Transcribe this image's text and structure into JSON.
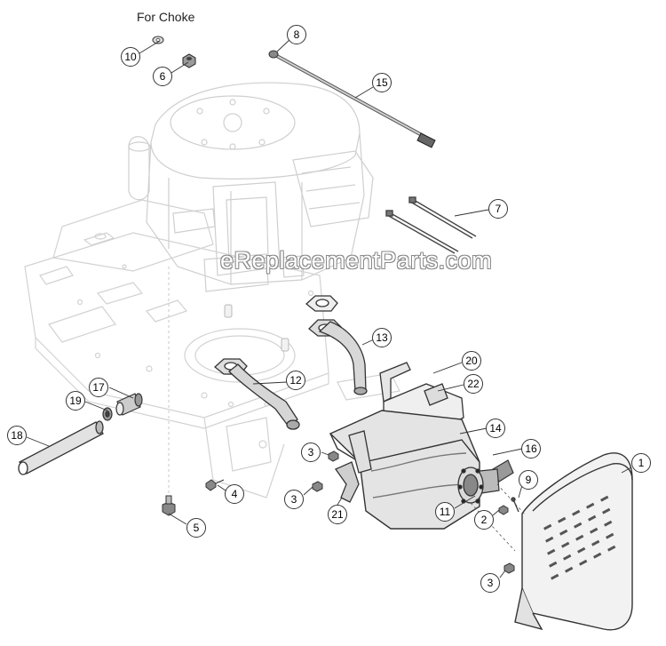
{
  "diagram": {
    "title": "For Choke",
    "watermark": "eReplacementParts.com",
    "callouts": [
      {
        "id": "c1",
        "label": "1"
      },
      {
        "id": "c2",
        "label": "2"
      },
      {
        "id": "c3a",
        "label": "3"
      },
      {
        "id": "c3b",
        "label": "3"
      },
      {
        "id": "c3c",
        "label": "3"
      },
      {
        "id": "c4",
        "label": "4"
      },
      {
        "id": "c5",
        "label": "5"
      },
      {
        "id": "c6",
        "label": "6"
      },
      {
        "id": "c7",
        "label": "7"
      },
      {
        "id": "c8",
        "label": "8"
      },
      {
        "id": "c9",
        "label": "9"
      },
      {
        "id": "c10",
        "label": "10"
      },
      {
        "id": "c11",
        "label": "11"
      },
      {
        "id": "c12",
        "label": "12"
      },
      {
        "id": "c13",
        "label": "13"
      },
      {
        "id": "c14",
        "label": "14"
      },
      {
        "id": "c15",
        "label": "15"
      },
      {
        "id": "c16",
        "label": "16"
      },
      {
        "id": "c17",
        "label": "17"
      },
      {
        "id": "c18",
        "label": "18"
      },
      {
        "id": "c19",
        "label": "19"
      },
      {
        "id": "c20",
        "label": "20"
      },
      {
        "id": "c21",
        "label": "21"
      },
      {
        "id": "c22",
        "label": "22"
      }
    ]
  }
}
